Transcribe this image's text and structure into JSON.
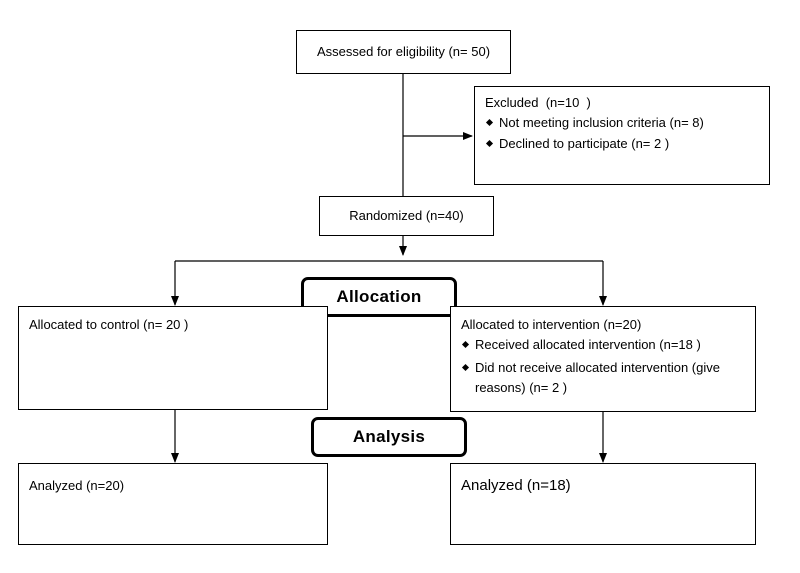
{
  "assessed": "Assessed for eligibility (n= 50)",
  "excluded": {
    "title": "Excluded  (n=10  )",
    "items": [
      "Not meeting inclusion criteria (n= 8)",
      "Declined to participate (n= 2 )"
    ]
  },
  "randomized": "Randomized (n=40)",
  "allocation_label": "Allocation",
  "control_alloc": "Allocated to control (n= 20 )",
  "intervention": {
    "title": "Allocated to intervention (n=20)",
    "items": [
      "Received allocated intervention (n=18 )",
      "Did not receive allocated intervention (give reasons) (n= 2 )"
    ]
  },
  "analysis_label": "Analysis",
  "analyzed_control": "Analyzed (n=20)",
  "analyzed_intervention": "Analyzed (n=18)"
}
